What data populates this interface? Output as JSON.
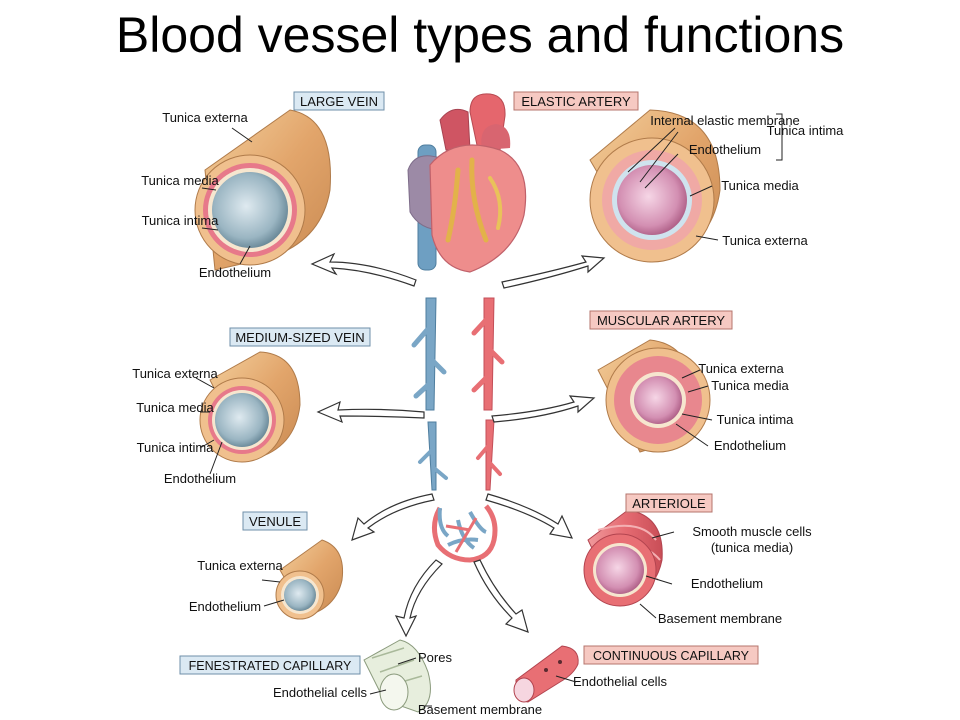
{
  "title": "Blood vessel types and functions",
  "vessels": {
    "large_vein": {
      "name": "LARGE VEIN",
      "labels": [
        "Tunica externa",
        "Tunica media",
        "Tunica intima",
        "Endothelium"
      ]
    },
    "elastic_artery": {
      "name": "ELASTIC ARTERY",
      "labels": [
        "Internal elastic membrane",
        "Endothelium",
        "Tunica intima",
        "Tunica media",
        "Tunica externa"
      ]
    },
    "medium_vein": {
      "name": "MEDIUM-SIZED VEIN",
      "labels": [
        "Tunica externa",
        "Tunica media",
        "Tunica intima",
        "Endothelium"
      ]
    },
    "muscular_artery": {
      "name": "MUSCULAR ARTERY",
      "labels": [
        "Tunica externa",
        "Tunica media",
        "Tunica intima",
        "Endothelium"
      ]
    },
    "venule": {
      "name": "VENULE",
      "labels": [
        "Tunica externa",
        "Endothelium"
      ]
    },
    "arteriole": {
      "name": "ARTERIOLE",
      "labels": [
        "Smooth muscle cells",
        "(tunica media)",
        "Endothelium",
        "Basement membrane"
      ]
    },
    "fenestrated_capillary": {
      "name": "FENESTRATED CAPILLARY",
      "labels": [
        "Pores",
        "Endothelial cells",
        "Basement membrane"
      ]
    },
    "continuous_capillary": {
      "name": "CONTINUOUS CAPILLARY",
      "labels": [
        "Endothelial cells"
      ]
    }
  },
  "colors": {
    "vein_box": "#dbe9f3",
    "artery_box": "#f6c9c2",
    "vein_blue": "#7aa6c6",
    "artery_red": "#e86f74",
    "externa": "#e7b27a"
  }
}
